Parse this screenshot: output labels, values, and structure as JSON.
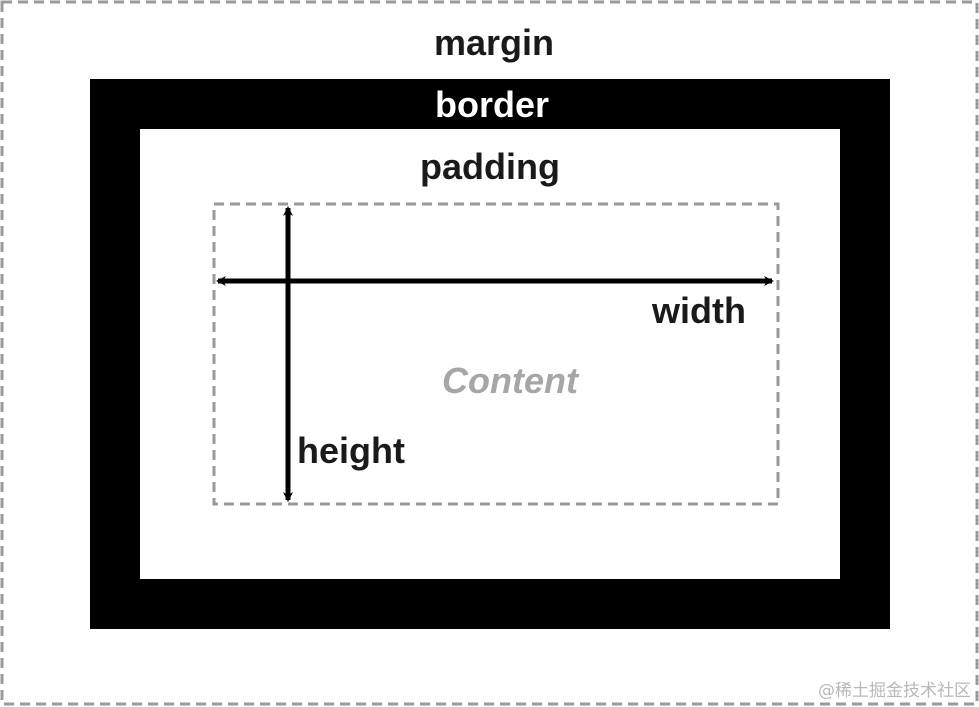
{
  "labels": {
    "margin": "margin",
    "border": "border",
    "padding": "padding",
    "width": "width",
    "height": "height",
    "content": "Content"
  },
  "watermark": "@稀土掘金技术社区",
  "colors": {
    "background": "#ffffff",
    "border_band": "#000000",
    "dashed_outline": "#999999",
    "label_dark": "#1a1a1a",
    "label_light": "#ffffff",
    "content_label": "#a6a6a6",
    "arrow": "#000000",
    "watermark": "#b8b8b8"
  }
}
